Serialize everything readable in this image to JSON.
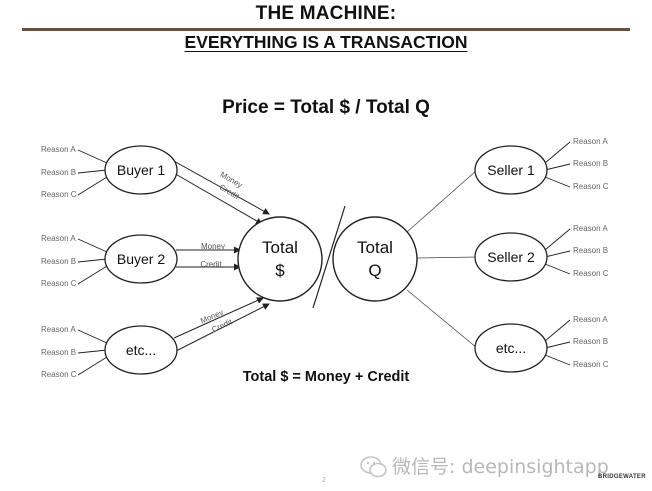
{
  "header": {
    "title": "THE MACHINE:",
    "subtitle": "EVERYTHING IS A TRANSACTION"
  },
  "formula_top": "Price = Total $ / Total Q",
  "formula_bottom": "Total $ = Money + Credit",
  "buyers": [
    {
      "label": "Buyer 1",
      "reasons": [
        "Reason A",
        "Reason B",
        "Reason C"
      ],
      "edge_labels": [
        "Money",
        "Credit"
      ]
    },
    {
      "label": "Buyer 2",
      "reasons": [
        "Reason A",
        "Reason B",
        "Reason C"
      ],
      "edge_labels": [
        "Money",
        "Credit"
      ]
    },
    {
      "label": "etc...",
      "reasons": [
        "Reason A",
        "Reason B",
        "Reason C"
      ],
      "edge_labels": [
        "Money",
        "Credit"
      ]
    }
  ],
  "sellers": [
    {
      "label": "Seller 1",
      "reasons": [
        "Reason A",
        "Reason B",
        "Reason C"
      ]
    },
    {
      "label": "Seller 2",
      "reasons": [
        "Reason A",
        "Reason B",
        "Reason C"
      ]
    },
    {
      "label": "etc...",
      "reasons": [
        "Reason A",
        "Reason B",
        "Reason C"
      ]
    }
  ],
  "center": {
    "total_dollars": [
      "Total",
      "$"
    ],
    "total_quantity": [
      "Total",
      "Q"
    ]
  },
  "watermark": "微信号: deepinsightapp",
  "brand": "BRIDGEWATER",
  "page_number": "2"
}
